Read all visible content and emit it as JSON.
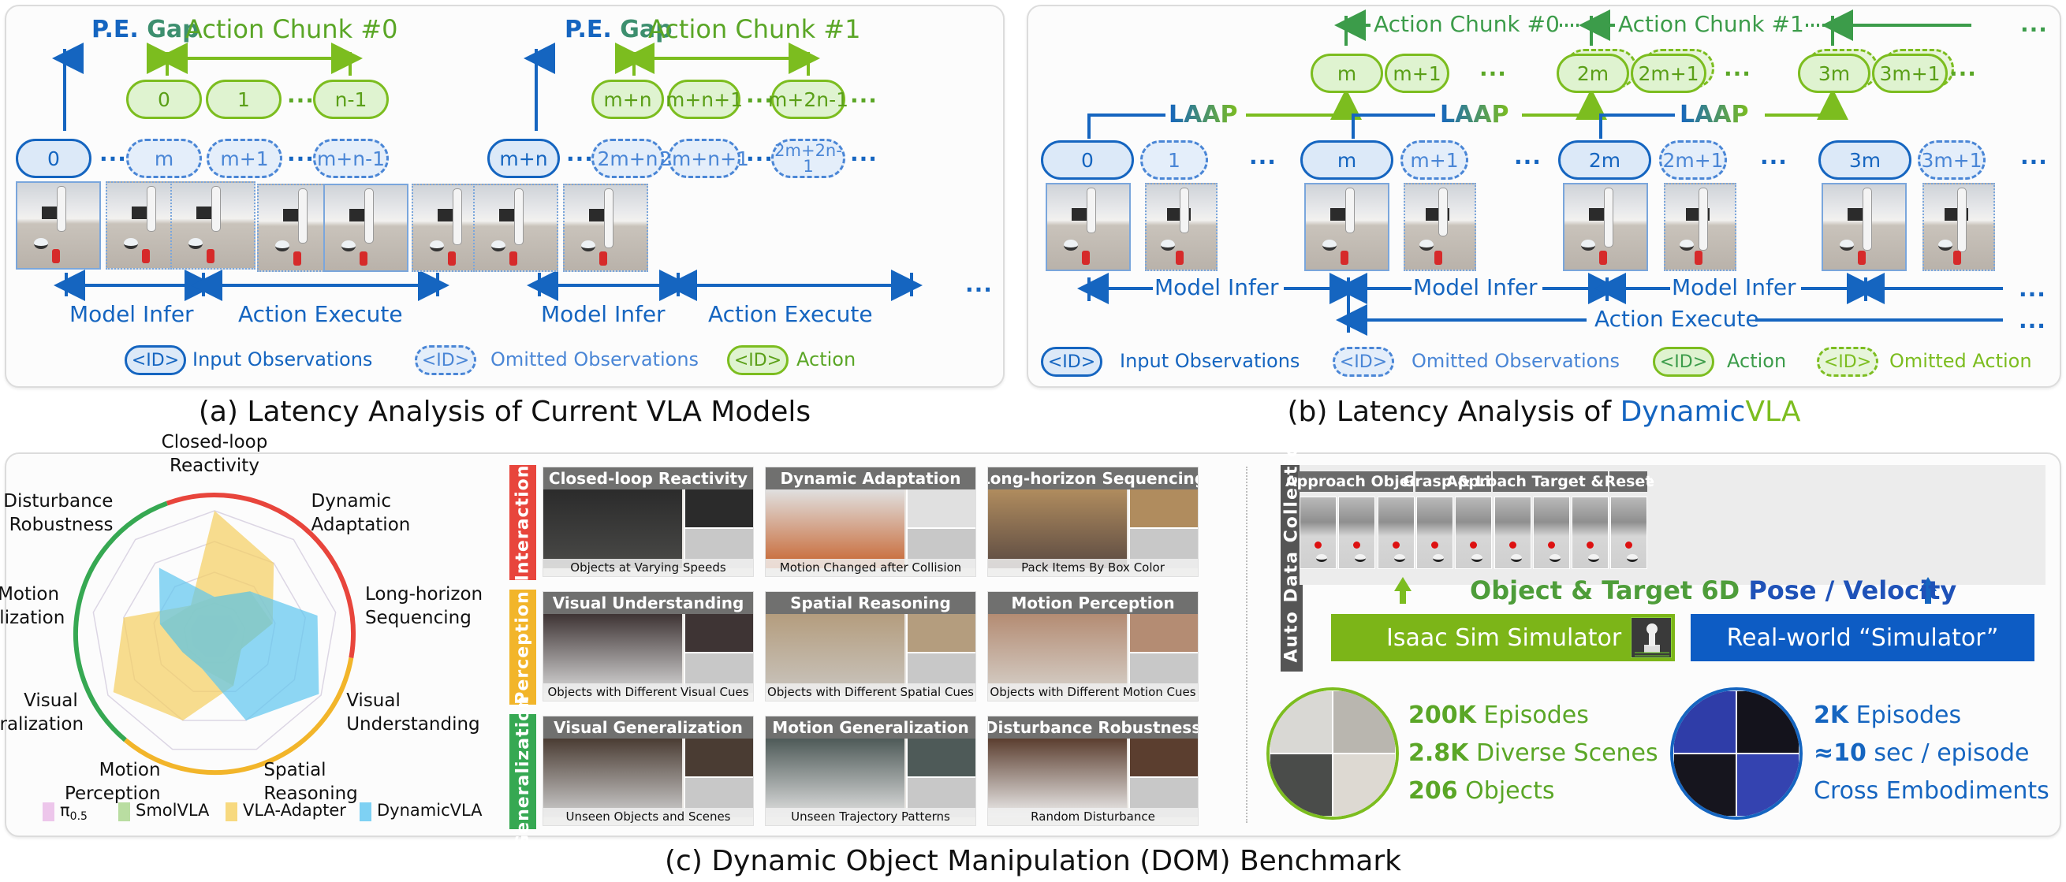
{
  "panel_a": {
    "caption": "(a) Latency Analysis of Current VLA Models",
    "gaps": [
      {
        "pe_label_part1": "P.E.",
        "pe_label_part2": "Gap",
        "chunk_label": "Action Chunk #0"
      },
      {
        "pe_label_part1": "P.E.",
        "pe_label_part2": "Gap",
        "chunk_label": "Action Chunk #1"
      }
    ],
    "actions": [
      "0",
      "1",
      "n-1",
      "m+n",
      "m+n+1",
      "m+2n-1"
    ],
    "observations": [
      {
        "id": "0",
        "type": "input"
      },
      {
        "id": "m",
        "type": "omitted"
      },
      {
        "id": "m+1",
        "type": "omitted"
      },
      {
        "id": "m+n-1",
        "type": "omitted"
      },
      {
        "id": "m+n",
        "type": "input"
      },
      {
        "id": "2m+n",
        "type": "omitted"
      },
      {
        "id": "2m+n+1",
        "type": "omitted"
      },
      {
        "id": "2m+2n-1",
        "type": "omitted"
      }
    ],
    "ellipsis": "...",
    "phases": [
      "Model Infer",
      "Action Execute",
      "Model Infer",
      "Action Execute"
    ],
    "legend": [
      {
        "pill": "<ID>",
        "label": "Input Observations"
      },
      {
        "pill": "<ID>",
        "label": "Omitted Observations"
      },
      {
        "pill": "<ID>",
        "label": "Action"
      }
    ]
  },
  "panel_b": {
    "caption_prefix": "(b) Latency Analysis of ",
    "caption_brand_1": "Dynamic",
    "caption_brand_2": "VLA",
    "chunks": [
      "Action Chunk #0",
      "Action Chunk #1"
    ],
    "laap_label": "LAAP",
    "actions": [
      "m",
      "m+1",
      "2m",
      "2m+1",
      "3m",
      "3m+1"
    ],
    "observations": [
      {
        "id": "0",
        "type": "input"
      },
      {
        "id": "1",
        "type": "omitted"
      },
      {
        "id": "m",
        "type": "input"
      },
      {
        "id": "m+1",
        "type": "omitted"
      },
      {
        "id": "2m",
        "type": "input"
      },
      {
        "id": "2m+1",
        "type": "omitted"
      },
      {
        "id": "3m",
        "type": "input"
      },
      {
        "id": "3m+1",
        "type": "omitted"
      }
    ],
    "ellipsis": "...",
    "model_infer": "Model Infer",
    "action_execute": "Action Execute",
    "legend": [
      {
        "pill": "<ID>",
        "label": "Input Observations"
      },
      {
        "pill": "<ID>",
        "label": "Omitted Observations"
      },
      {
        "pill": "<ID>",
        "label": "Action"
      },
      {
        "pill": "<ID>",
        "label": "Omitted Action"
      }
    ]
  },
  "panel_c": {
    "caption": "(c) Dynamic Object Manipulation (DOM) Benchmark",
    "categories": [
      {
        "name": "Interaction",
        "color": "#e8453c",
        "tiles": [
          {
            "title": "Closed-loop Reactivity",
            "subtitle": "Objects at Varying Speeds"
          },
          {
            "title": "Dynamic Adaptation",
            "subtitle": "Motion Changed after Collision"
          },
          {
            "title": "Long-horizon Sequencing",
            "subtitle": "Pack Items By Box Color"
          }
        ]
      },
      {
        "name": "Perception",
        "color": "#f2b52a",
        "tiles": [
          {
            "title": "Visual Understanding",
            "subtitle": "Objects with Different Visual Cues"
          },
          {
            "title": "Spatial Reasoning",
            "subtitle": "Objects with Different Spatial Cues"
          },
          {
            "title": "Motion Perception",
            "subtitle": "Objects with Different Motion Cues"
          }
        ]
      },
      {
        "name": "Generalization",
        "color": "#36a852",
        "tiles": [
          {
            "title": "Visual Generalization",
            "subtitle": "Unseen Objects and Scenes"
          },
          {
            "title": "Motion Generalization",
            "subtitle": "Unseen Trajectory Patterns"
          },
          {
            "title": "Disturbance Robustness",
            "subtitle": "Random Disturbance"
          }
        ]
      }
    ],
    "auto_collection": {
      "side_label": "Auto Data Collection",
      "stages": [
        "Approach Object",
        "Grasp & Lift",
        "Approach Target  & Place",
        "Reset"
      ],
      "pose_label_1": "Object & Target 6D",
      "pose_label_2": "Pose / Velocity",
      "sim_button": "Isaac Sim Simulator",
      "real_button": "Real-world “Simulator”",
      "sim_stats": [
        {
          "bold": "200K",
          "text": " Episodes"
        },
        {
          "bold": "2.8K",
          "text": " Diverse Scenes"
        },
        {
          "bold": "206",
          "text": " Objects"
        }
      ],
      "real_stats": [
        {
          "bold": "2K",
          "text": " Episodes"
        },
        {
          "bold": "≈10",
          "text": " sec / episode"
        },
        {
          "bold": "",
          "text": "Cross Embodiments"
        }
      ]
    }
  },
  "colors": {
    "blue": "#1565c0",
    "green": "#5aa626",
    "lightgreen": "#7cbd1f",
    "interaction": "#e8453c",
    "perception": "#f2b52a",
    "generalization": "#36a852"
  },
  "chart_data": {
    "type": "radar",
    "title": "",
    "axes": [
      "Closed-loop Reactivity",
      "Dynamic Adaptation",
      "Long-horizon Sequencing",
      "Visual Understanding",
      "Spatial Reasoning",
      "Motion Perception",
      "Visual Generalization",
      "Motion Generalization",
      "Disturbance Robustness"
    ],
    "axis_groups": [
      {
        "name": "Interaction",
        "color": "#e8453c",
        "axes": [
          "Closed-loop Reactivity",
          "Dynamic Adaptation",
          "Long-horizon Sequencing"
        ]
      },
      {
        "name": "Perception",
        "color": "#f2b52a",
        "axes": [
          "Visual Understanding",
          "Spatial Reasoning",
          "Motion Perception"
        ]
      },
      {
        "name": "Generalization",
        "color": "#36a852",
        "axes": [
          "Visual Generalization",
          "Motion Generalization",
          "Disturbance Robustness"
        ]
      }
    ],
    "range": [
      0,
      1
    ],
    "grid": true,
    "legend_position": "bottom",
    "series": [
      {
        "name": "π",
        "subscript": "0.5",
        "color": "#e9b8e6",
        "values": [
          0.15,
          0.2,
          0.2,
          0.15,
          0.2,
          0.2,
          0.2,
          0.2,
          0.2
        ]
      },
      {
        "name": "SmolVLA",
        "color": "#a8d58a",
        "values": [
          0.3,
          0.45,
          0.48,
          0.25,
          0.45,
          0.3,
          0.3,
          0.45,
          0.3
        ]
      },
      {
        "name": "VLA-Adapter",
        "color": "#f5cf5f",
        "values": [
          1.0,
          0.75,
          0.48,
          0.25,
          0.45,
          0.75,
          0.95,
          0.75,
          0.3
        ]
      },
      {
        "name": "DynamicVLA",
        "color": "#5ec6f0",
        "values": [
          0.3,
          0.45,
          0.85,
          0.98,
          0.75,
          0.3,
          0.3,
          0.45,
          0.7
        ]
      }
    ]
  }
}
